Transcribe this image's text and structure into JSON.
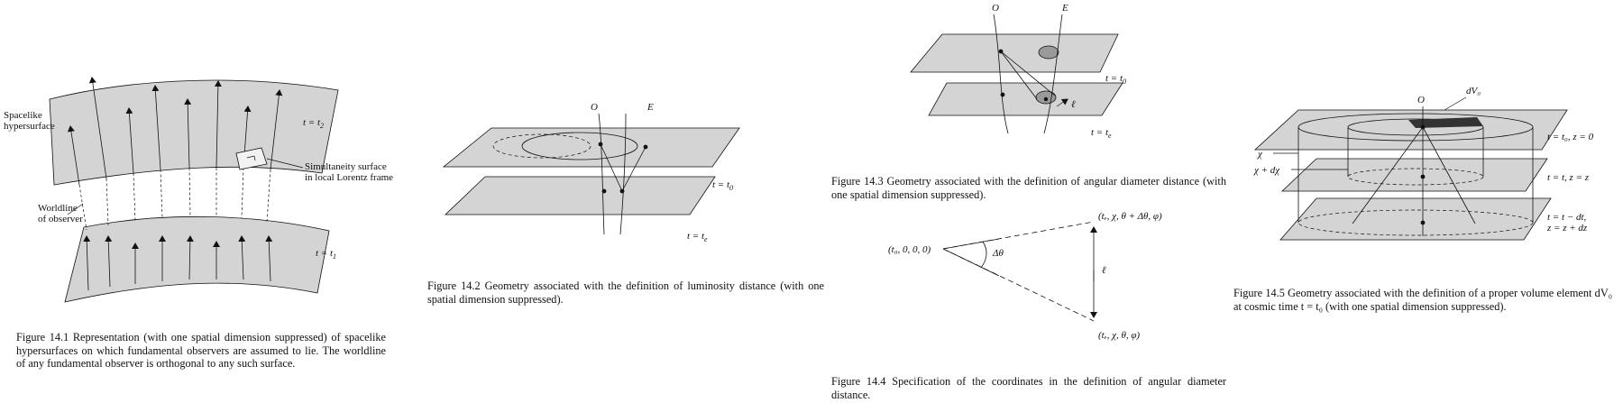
{
  "figures": {
    "f141": {
      "caption": "Figure  14.1  Representation (with one spatial dimension suppressed) of spacelike hypersurfaces on which fundamental observers are assumed to lie. The worldline of any fundamental observer is orthogonal to any such surface.",
      "labels": {
        "spacelike_1": "Spacelike",
        "spacelike_2": "hypersurface",
        "t2": "t = t",
        "t2_sub": "2",
        "t1": "t = t",
        "t1_sub": "1",
        "simul_1": "Simultaneity surface",
        "simul_2": "in local Lorentz frame",
        "worldline_1": "Worldline",
        "worldline_2": "of observer"
      }
    },
    "f142": {
      "caption": "Figure 14.2 Geometry associated with the definition of luminosity distance (with one spatial dimension suppressed).",
      "labels": {
        "O": "O",
        "E": "E",
        "t0": "t = t",
        "t0_sub": "0",
        "te": "t = t",
        "te_sub": "e"
      }
    },
    "f143": {
      "caption": "Figure 14.3 Geometry associated with the definition of angular diameter distance (with one spatial dimension suppressed).",
      "labels": {
        "O": "O",
        "E": "E",
        "t0": "t = t",
        "t0_sub": "0",
        "te": "t = t",
        "te_sub": "e",
        "ell": "ℓ"
      }
    },
    "f144": {
      "caption": "Figure 14.4  Specification of the coordinates in the definition of angular diameter distance.",
      "labels": {
        "origin": "(t₀, 0, 0, 0)",
        "top": "(tₑ, χ, θ + Δθ, φ)",
        "bottom": "(tₑ, χ, θ, φ)",
        "dtheta": "Δθ",
        "ell": "ℓ"
      }
    },
    "f145": {
      "caption": "Figure  14.5  Geometry associated with the definition of a proper volume element dV₀ at cosmic time t = t₀ (with one spatial dimension suppressed).",
      "labels": {
        "O": "O",
        "dV0": "dV₀",
        "chi": "χ",
        "chidchi": "χ + dχ",
        "plane1": "t = t₀, z = 0",
        "plane2": "t = t, z = z",
        "plane3a": "t = t − dt,",
        "plane3b": "z = z + dz"
      }
    }
  },
  "colors": {
    "surface": "#d4d4d4",
    "ink": "#111111",
    "ellipse_fill": "#9a9a9a",
    "dark_patch": "#333333"
  }
}
